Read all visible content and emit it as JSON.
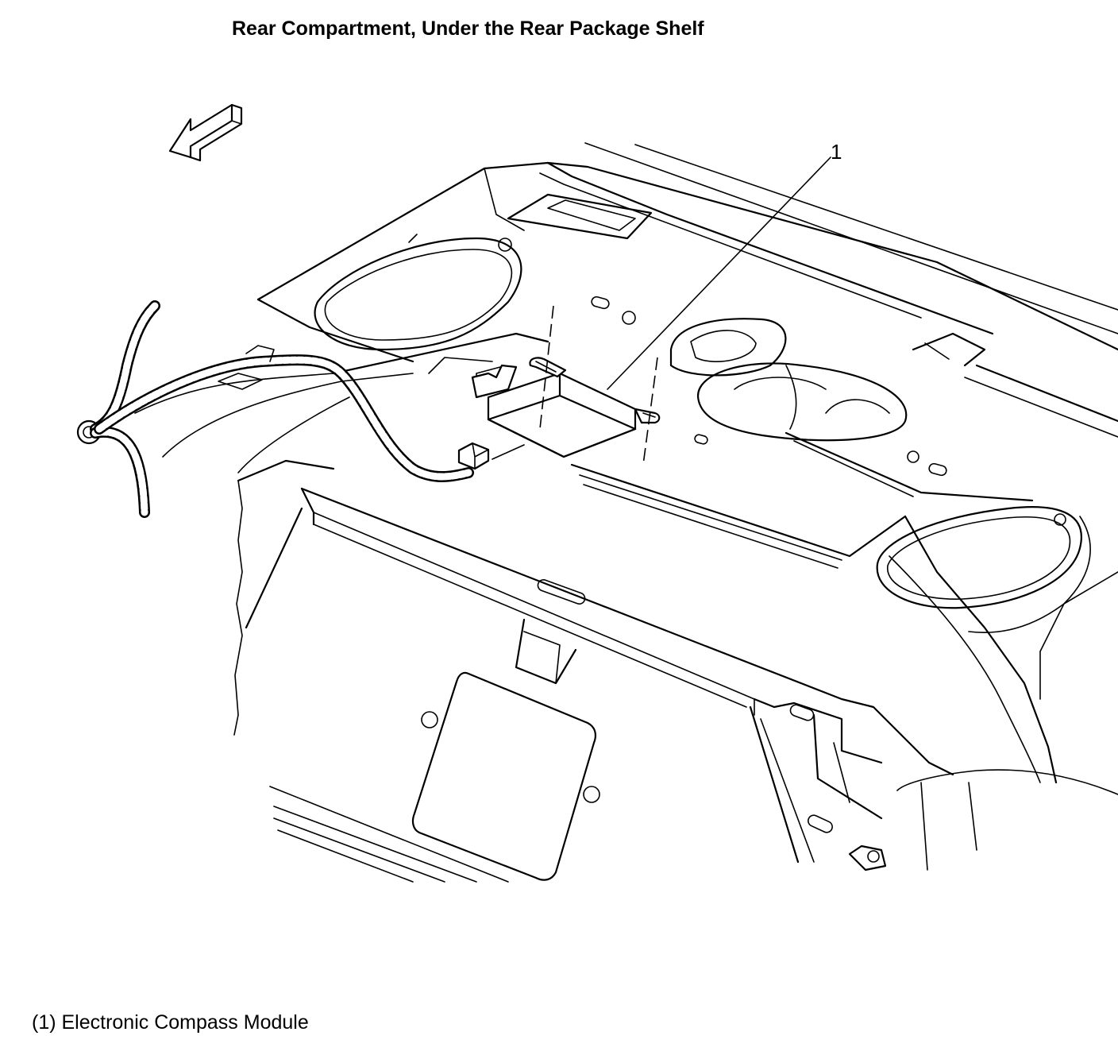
{
  "title": "Rear Compartment, Under the Rear Package Shelf",
  "callouts": [
    {
      "number": "1",
      "label": "Electronic Compass Module"
    }
  ],
  "legend": [
    {
      "text": "(1) Electronic Compass Module"
    }
  ],
  "icons": {
    "direction_arrow": "front-direction-arrow-icon"
  },
  "colors": {
    "line": "#000000",
    "background": "#ffffff"
  }
}
